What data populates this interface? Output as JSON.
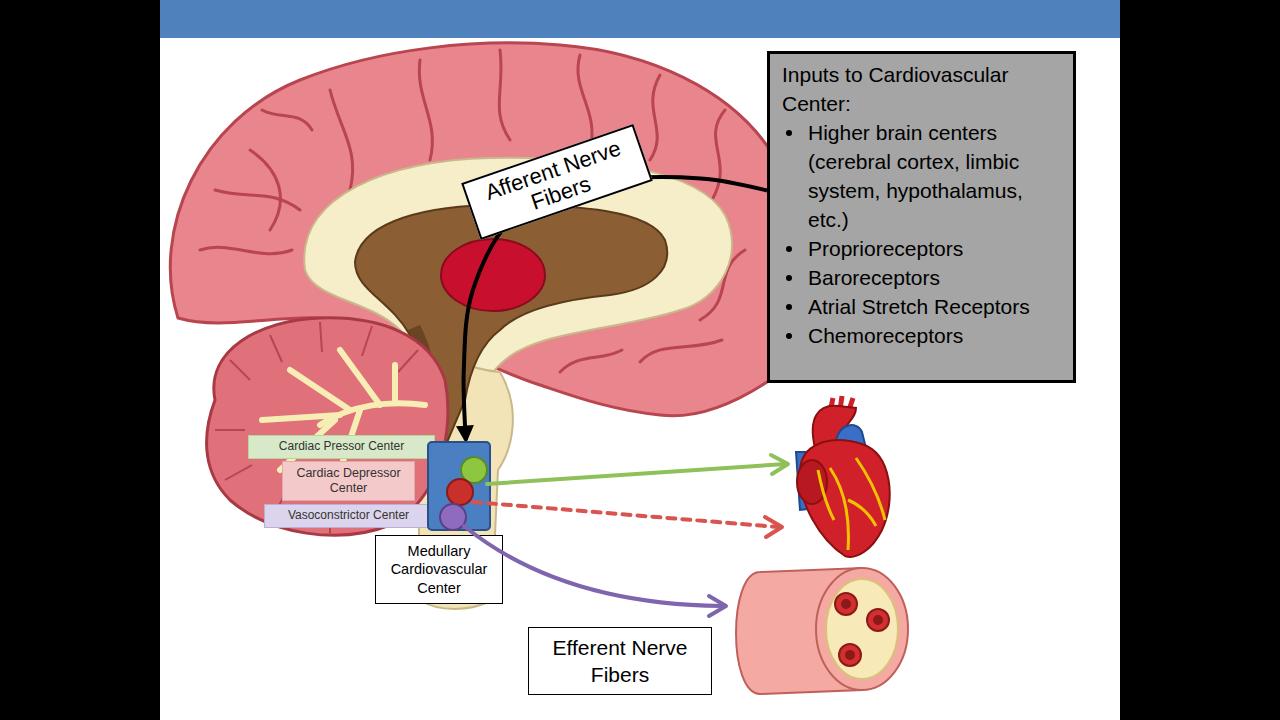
{
  "diagram": {
    "nodes": [
      {
        "text": [
          "Inputs to Cardiovascular Center:",
          "Higher brain centers (cerebral cortex, limbic system, hypothalamus, etc.)",
          "Proprioreceptors",
          "Baroreceptors",
          "Atrial Stretch Receptors",
          "Chemoreceptors"
        ]
      },
      {
        "text": [
          "Afferent Nerve Fibers"
        ]
      },
      {
        "text": [
          "Cardiac Pressor Center"
        ]
      },
      {
        "text": [
          "Cardiac Depressor Center"
        ]
      },
      {
        "text": [
          "Vasoconstrictor Center"
        ]
      },
      {
        "text": [
          "Medullary Cardiovascular Center"
        ]
      },
      {
        "text": [
          "Efferent Nerve Fibers"
        ]
      }
    ],
    "edges": [
      {
        "from": 0,
        "to": 5,
        "arrow": "to"
      }
    ]
  }
}
